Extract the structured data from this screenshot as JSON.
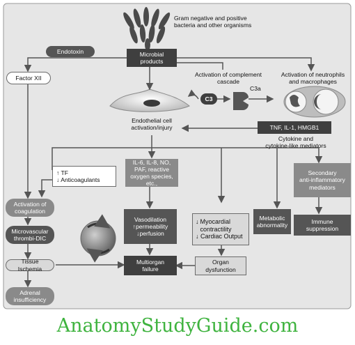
{
  "nodes": {
    "bacteria_label": "Gram negative and positive\nbacteria and other organisms",
    "endotoxin": "Endotoxin",
    "microbial_products": "Microbial\nproducts",
    "factor_xii": "Factor XII",
    "complement_label": "Activation of complement\ncascade",
    "c3": "C3",
    "c3a": "C3a",
    "neutrophils_label": "Activation of neutrophils\nand macrophages",
    "endothelial_label": "Endothelial cell\nactivation/injury",
    "tnf": "TNF, IL-1, HMGB1",
    "cytokine_label": "Cytokine and\ncytokine-like mediators",
    "tf_line": "TF",
    "anticoag_line": "Anticoagulants",
    "mediators": "IL-6, IL-8, NO,\nPAF, reactive\noxygen species,\netc.,",
    "secondary": "Secondary\nanti-inflammatory\nmediators",
    "activation_coag": "Activation of\ncoagulation",
    "microvascular": "Microvascular\nthrombi-DIC",
    "tissue_ischemia": "Tissue\nIschemia",
    "adrenal": "Adrenal\ninsufficiency",
    "vasodilation_title": "Vasodilation",
    "perm_line": "permeability",
    "perf_line": "perfusion",
    "myocardial_line": "Myocardial\ncontractility",
    "cardiac_line": "Cardiac Output",
    "metabolic": "Metabolic\nabnormality",
    "immune": "Immune\nsuppression",
    "multiorgan": "Multiorgan\nfailure",
    "organ_dys": "Organ\ndysfunction"
  },
  "symbols": {
    "up": "↑",
    "down": "↓"
  },
  "watermark": "AnatomyStudyGuide.com",
  "colors": {
    "dark_box": "#555555",
    "mid_box": "#8a8a8a",
    "light_box": "#d9d9d9",
    "panel_bg": "#e6e6e6",
    "watermark": "#3fb33f"
  }
}
